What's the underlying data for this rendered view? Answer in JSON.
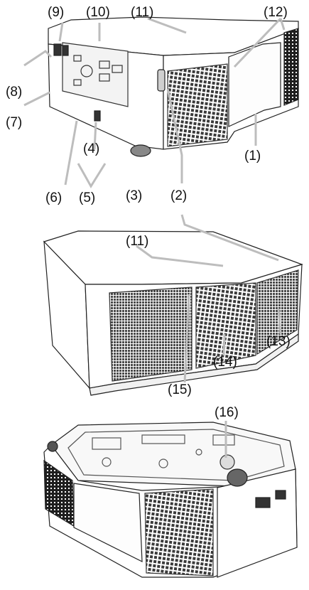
{
  "figure": {
    "views": [
      "front-side",
      "rear-side",
      "bottom"
    ],
    "callouts": {
      "c1": "(1)",
      "c2": "(2)",
      "c3": "(3)",
      "c4": "(4)",
      "c5": "(5)",
      "c6": "(6)",
      "c7": "(7)",
      "c8": "(8)",
      "c9": "(9)",
      "c10": "(10)",
      "c11a": "(11)",
      "c11b": "(11)",
      "c12": "(12)",
      "c13": "(13)",
      "c14": "(14)",
      "c15": "(15)",
      "c16": "(16)"
    },
    "colors": {
      "leader": "#bdbdbd",
      "outline": "#222222",
      "vent": "#555555",
      "body": "#ffffff",
      "text": "#111111"
    }
  }
}
